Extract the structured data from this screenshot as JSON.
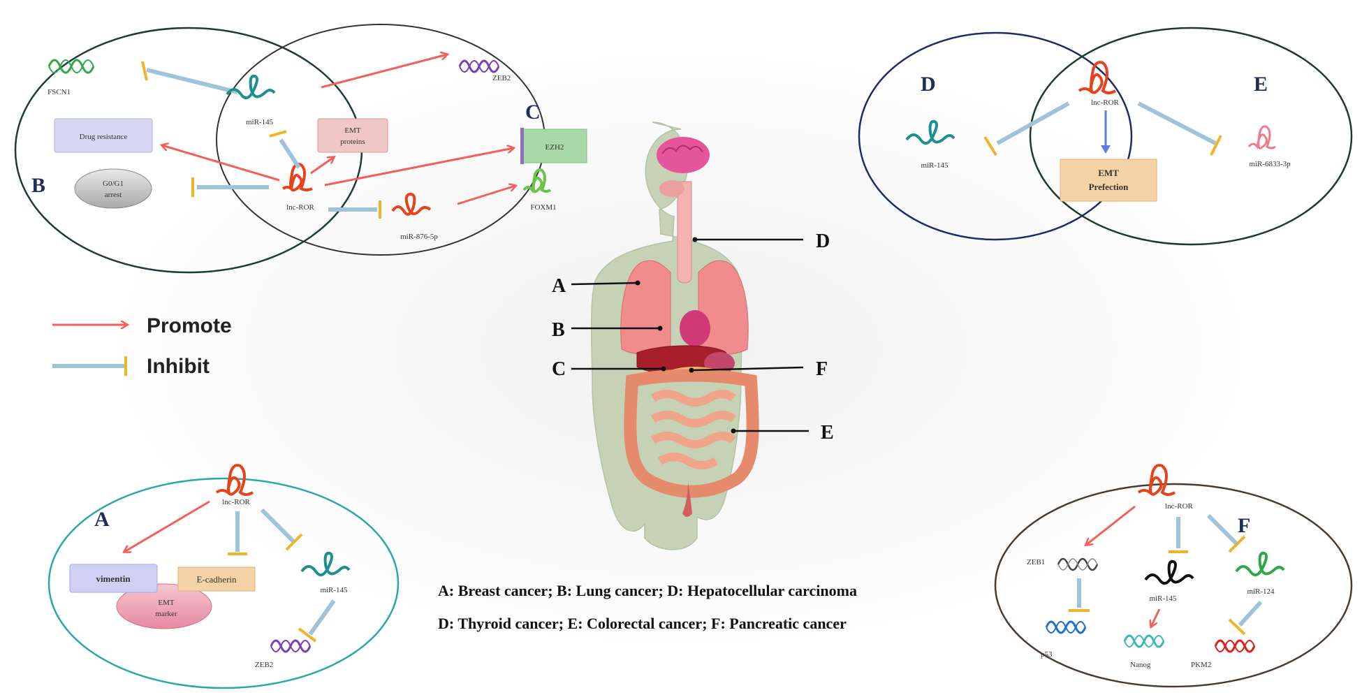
{
  "colors": {
    "promote": "#f25f5c",
    "inhibit_line": "#9fc3d9",
    "inhibit_bar": "#f0b429",
    "ellipse_dark": "#1e3a3a",
    "ellipse_teal": "#2aa7a7",
    "ellipse_brown": "#4a3a30"
  },
  "legend": {
    "promote": "Promote",
    "inhibit": "Inhibit"
  },
  "panel_bc": {
    "label_b": "B",
    "label_c": "C",
    "fscn1": "FSCN1",
    "mir145": "miR-145",
    "zeb2": "ZEB2",
    "drug_resistance": "Drug resistance",
    "emt_proteins": "EMT proteins",
    "ezh2": "EZH2",
    "g0g1": "G0/G1 arrest",
    "lncror": "lnc-ROR",
    "mir8765p": "miR-876-5p",
    "foxm1": "FOXM1"
  },
  "panel_de": {
    "label_d": "D",
    "label_e": "E",
    "lncror": "lnc-ROR",
    "mir145": "miR-145",
    "mir6833": "miR-6833-3p",
    "emt_line1": "EMT",
    "emt_line2": "Prefection"
  },
  "panel_a": {
    "label_a": "A",
    "lncror": "lnc-ROR",
    "vimentin": "vimentin",
    "ecadherin": "E-cadherin",
    "emt_marker_1": "EMT",
    "emt_marker_2": "marker",
    "mir145": "miR-145",
    "zeb2": "ZEB2"
  },
  "panel_f": {
    "label_f": "F",
    "lncror": "lnc-ROR",
    "zeb1": "ZEB1",
    "p53": "p53",
    "mir145": "miR-145",
    "nanog": "Nanog",
    "mir124": "miR-124",
    "pkm2": "PKM2"
  },
  "body_labels": {
    "a": "A",
    "b": "B",
    "c": "C",
    "d": "D",
    "e": "E",
    "f": "F"
  },
  "caption": {
    "line1": "A: Breast cancer; B: Lung cancer; D: Hepatocellular carcinoma",
    "line2": "D:  Thyroid cancer; E: Colorectal cancer; F: Pancreatic cancer"
  }
}
